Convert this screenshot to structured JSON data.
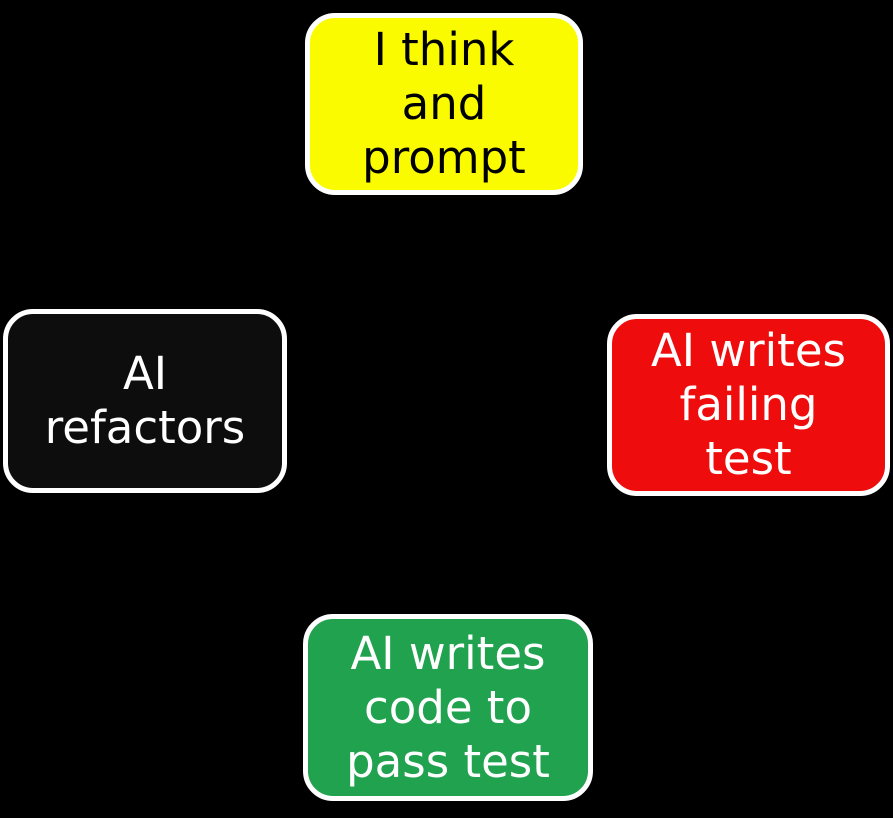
{
  "diagram": {
    "background_color": "#000000",
    "node_border_color": "#ffffff",
    "nodes": {
      "top": {
        "id": "i-think-and-prompt",
        "label": "I think\nand\nprompt",
        "fill": "#fbfb00",
        "text_color": "#000000"
      },
      "right": {
        "id": "ai-writes-failing-test",
        "label": "AI writes\nfailing\ntest",
        "fill": "#ee0c0c",
        "text_color": "#ffffff"
      },
      "bottom": {
        "id": "ai-writes-code-to-pass-test",
        "label": "AI writes\ncode to\npass test",
        "fill": "#21a24e",
        "text_color": "#ffffff"
      },
      "left": {
        "id": "ai-refactors",
        "label": "AI\nrefactors",
        "fill": "#0d0d0d",
        "text_color": "#ffffff"
      }
    }
  }
}
